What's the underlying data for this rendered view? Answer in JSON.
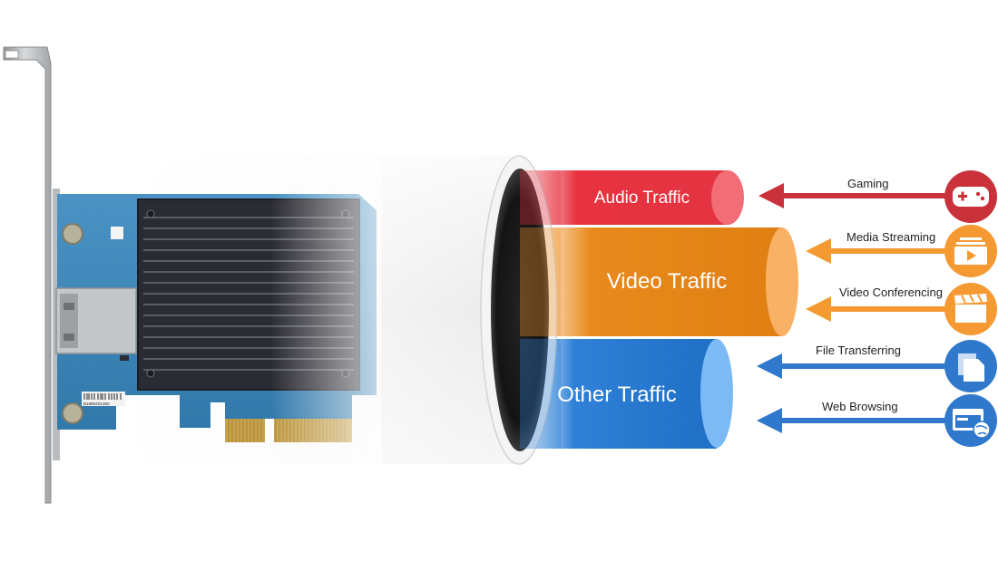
{
  "traffic": {
    "audio": "Audio Traffic",
    "video": "Video Traffic",
    "other": "Other Traffic"
  },
  "sources": {
    "gaming": "Gaming",
    "media_streaming": "Media Streaming",
    "video_conferencing": "Video Conferencing",
    "file_transferring": "File Transferring",
    "web_browsing": "Web Browsing"
  },
  "card": {
    "barcode_text": "B19902S1360"
  },
  "colors": {
    "audio": "#e8323f",
    "video": "#f0962a",
    "other": "#2f80d6",
    "gaming_icon": "#c9323a",
    "media_icon": "#f59a32",
    "file_icon": "#2f78cc",
    "pcb": "#3d86b8",
    "heatsink": "#2e2f36"
  },
  "icons": {
    "gaming": "gamepad-icon",
    "media_streaming": "media-play-icon",
    "video_conferencing": "clapperboard-icon",
    "file_transferring": "documents-icon",
    "web_browsing": "browser-globe-icon"
  }
}
